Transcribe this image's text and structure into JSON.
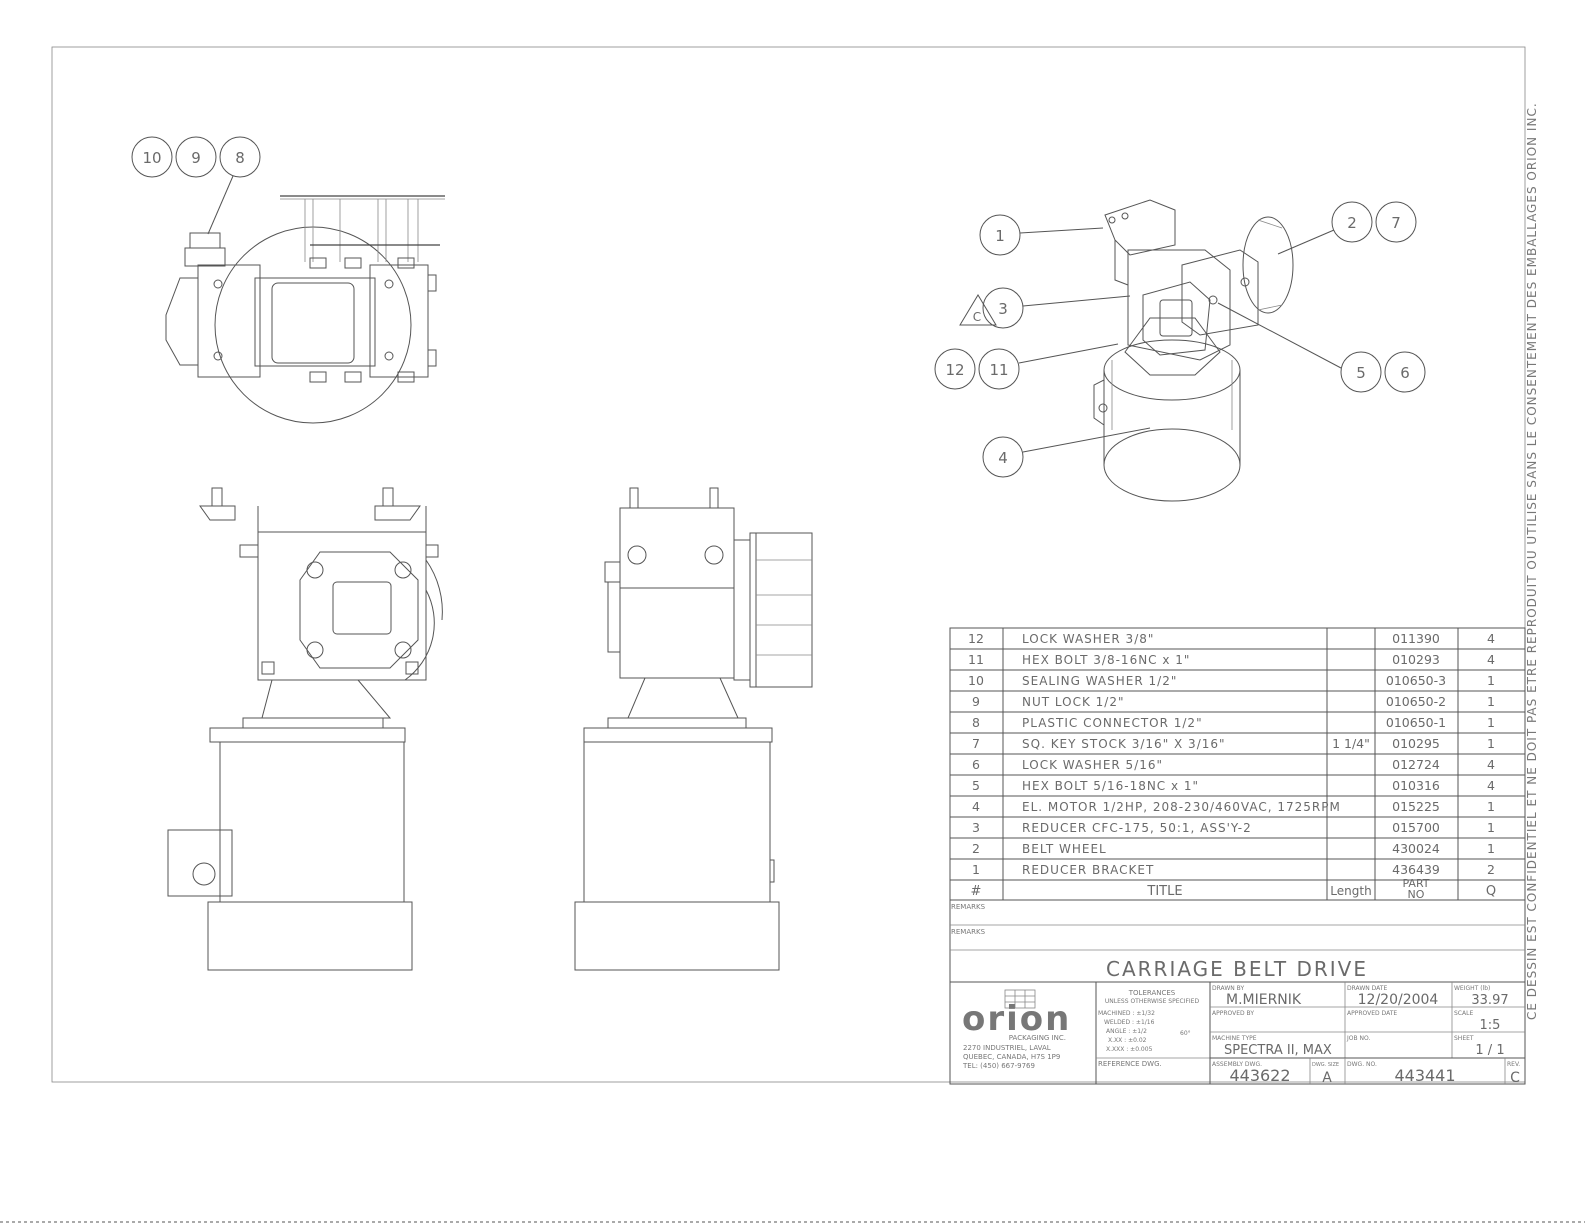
{
  "side_notice": "CE DESSIN EST CONFIDENTIEL ET NE DOIT PAS ETRE REPRODUIT OU UTILISE SANS LE CONSENTEMENT DES EMBALLAGES ORION INC.",
  "balloons": {
    "top_view": [
      "10",
      "9",
      "8"
    ],
    "iso_view": {
      "b1": "1",
      "b2": "2",
      "b7": "7",
      "b3": "3",
      "rev_c": "C",
      "b12": "12",
      "b11": "11",
      "b5": "5",
      "b6": "6",
      "b4": "4"
    }
  },
  "bom": {
    "rows": [
      {
        "num": "12",
        "title": "LOCK WASHER 3/8\"",
        "length": "",
        "part": "011390",
        "qty": "4"
      },
      {
        "num": "11",
        "title": "HEX BOLT 3/8-16NC x 1\"",
        "length": "",
        "part": "010293",
        "qty": "4"
      },
      {
        "num": "10",
        "title": "SEALING WASHER 1/2\"",
        "length": "",
        "part": "010650-3",
        "qty": "1"
      },
      {
        "num": "9",
        "title": "NUT LOCK 1/2\"",
        "length": "",
        "part": "010650-2",
        "qty": "1"
      },
      {
        "num": "8",
        "title": "PLASTIC CONNECTOR 1/2\"",
        "length": "",
        "part": "010650-1",
        "qty": "1"
      },
      {
        "num": "7",
        "title": "SQ. KEY STOCK 3/16\" X 3/16\"",
        "length": "1 1/4\"",
        "part": "010295",
        "qty": "1"
      },
      {
        "num": "6",
        "title": "LOCK WASHER 5/16\"",
        "length": "",
        "part": "012724",
        "qty": "4"
      },
      {
        "num": "5",
        "title": "HEX BOLT 5/16-18NC x 1\"",
        "length": "",
        "part": "010316",
        "qty": "4"
      },
      {
        "num": "4",
        "title": "EL. MOTOR 1/2HP, 208-230/460VAC, 1725RPM",
        "length": "",
        "part": "015225",
        "qty": "1"
      },
      {
        "num": "3",
        "title": "REDUCER CFC-175, 50:1, ASS'Y-2",
        "length": "",
        "part": "015700",
        "qty": "1"
      },
      {
        "num": "2",
        "title": "BELT WHEEL",
        "length": "",
        "part": "430024",
        "qty": "1"
      },
      {
        "num": "1",
        "title": "REDUCER BRACKET",
        "length": "",
        "part": "436439",
        "qty": "2"
      }
    ],
    "header": {
      "num": "#",
      "title": "TITLE",
      "length": "Length",
      "part_line1": "PART",
      "part_line2": "NO",
      "qty": "Q"
    }
  },
  "title_block": {
    "remarks_label_1": "REMARKS",
    "remarks_label_2": "REMARKS",
    "drawing_title": "CARRIAGE BELT DRIVE",
    "logo_text": "orion",
    "company": "PACKAGING INC.",
    "address_1": "2270 INDUSTRIEL, LAVAL",
    "address_2": "QUEBEC, CANADA, H7S 1P9",
    "phone": "TEL: (450) 667-9769",
    "tolerances_title": "TOLERANCES",
    "tolerances_sub": "UNLESS OTHERWISE SPECIFIED",
    "tol_machined": "MACHINED : ±1/32",
    "tol_welded": "WELDED : ±1/16",
    "tol_angle": "ANGLE : ±1/2",
    "tol_xxx": "X.XX : ±0.02",
    "tol_xxxx": "X.XXX : ±0.005",
    "tol_finish": "60°",
    "reference_dwg_label": "REFERENCE DWG.",
    "drawn_by_label": "DRAWN BY",
    "drawn_by": "M.MIERNIK",
    "drawn_date_label": "DRAWN DATE",
    "drawn_date": "12/20/2004",
    "weight_label": "WEIGHT (lb)",
    "weight": "33.97",
    "approved_by_label": "APPROVED BY",
    "approved_date_label": "APPROVED DATE",
    "scale_label": "SCALE",
    "scale": "1:5",
    "machine_type_label": "MACHINE TYPE",
    "machine_type": "SPECTRA II, MAX",
    "job_no_label": "JOB NO.",
    "sheet_label": "SHEET",
    "sheet": "1 / 1",
    "assembly_dwg_label": "ASSEMBLY DWG.",
    "assembly_dwg": "443622",
    "dwg_size_label": "DWG. SIZE",
    "dwg_size": "A",
    "dwg_no_label": "DWG. NO.",
    "dwg_no": "443441",
    "rev_label": "REV.",
    "rev": "C"
  }
}
